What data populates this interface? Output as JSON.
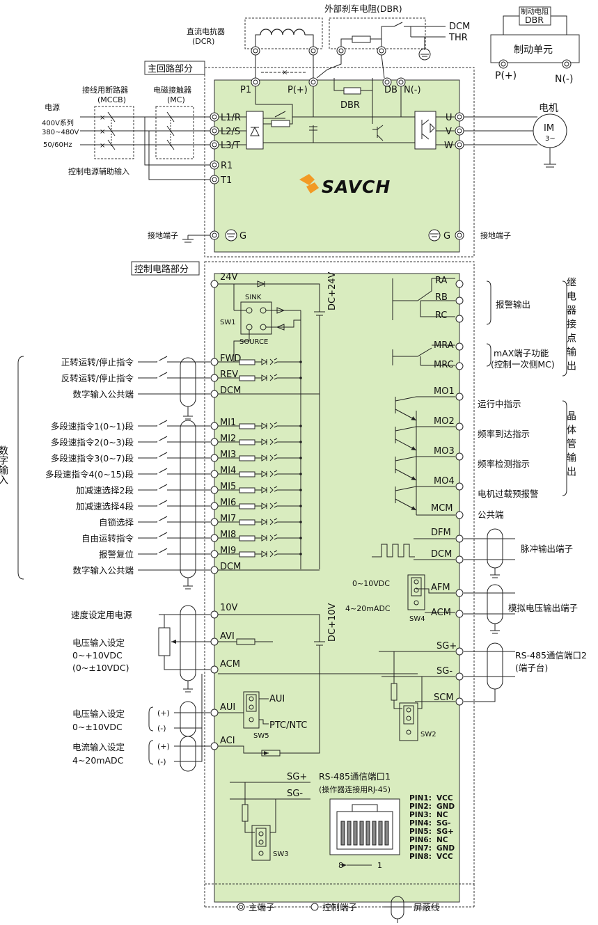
{
  "colors": {
    "board_fill": "#d9ecbf",
    "line": "#222222",
    "logo_orange": "#f29a25",
    "logo_text": "#222222"
  },
  "logo": {
    "text": "SAVCH"
  },
  "sections": {
    "main_circuit": "主回路部分",
    "control_circuit": "控制电路部分"
  },
  "top": {
    "dbr_external": "外部刹车电阻(DBR)",
    "dcr_label_1": "直流电抗器",
    "dcr_label_2": "(DCR)",
    "dcm": "DCM",
    "thr": "THR",
    "dbr_box_1": "制动电阻",
    "dbr_box_2": "DBR",
    "brake_unit": "制动单元",
    "brake_p": "P(+)",
    "brake_n": "N(-)"
  },
  "main_terminals": {
    "p1": "P1",
    "p_plus": "P(+)",
    "db": "DB",
    "n_minus": "N(-)",
    "dbr_internal": "DBR",
    "l1": "L1/R",
    "l2": "L2/S",
    "l3": "L3/T",
    "r1": "R1",
    "t1": "T1",
    "u": "U",
    "v": "V",
    "w": "W",
    "g": "G"
  },
  "power": {
    "breaker_1": "接线用断路器",
    "breaker_2": "(MCCB)",
    "contactor_1": "电磁接触器",
    "contactor_2": "(MC)",
    "source": "电源",
    "series": "400V系列",
    "voltage": "380~480V",
    "freq": "50/60Hz",
    "aux_input": "控制电源辅助输入",
    "ground_left": "接地端子",
    "ground_right": "接地端子"
  },
  "motor": {
    "title": "电机",
    "im": "IM",
    "phase": "3~"
  },
  "control": {
    "v24": "24V",
    "dc24": "DC+24V",
    "sink": "SINK",
    "sw1": "SW1",
    "source": "SOURCE",
    "fwd": "FWD",
    "rev": "REV",
    "dcm": "DCM",
    "mi": [
      "MI1",
      "MI2",
      "MI3",
      "MI4",
      "MI5",
      "MI6",
      "MI7",
      "MI8",
      "MI9"
    ],
    "digital_input": "数字输入",
    "fwd_desc": "正转运转/停止指令",
    "rev_desc": "反转运转/停止指令",
    "dcm_desc": "数字输入公共端",
    "mi_desc": [
      "多段速指令1(0~1)段",
      "多段速指令2(0~3)段",
      "多段速指令3(0~7)段",
      "多段速指令4(0~15)段",
      "加减速选择2段",
      "加减速选择4段",
      "自锁选择",
      "自由运转指令",
      "报警复位"
    ],
    "dcm2_desc": "数字输入公共端",
    "v10": "10V",
    "dc10": "DC+10V",
    "avi": "AVI",
    "acm": "ACM",
    "aui": "AUI",
    "aci": "ACI",
    "sw5_aui": "AUI",
    "sw5_ptc": "PTC/NTC",
    "sw5": "SW5",
    "speed_supply": "速度设定用电源",
    "vin1_title": "电压输入设定",
    "vin1_r1": "0~+10VDC",
    "vin1_r2": "(0~±10VDC)",
    "vin2_title": "电压输入设定",
    "vin2_range": "0~±10VDC",
    "iin_title": "电流输入设定",
    "iin_range": "4~20mADC",
    "plus": "(+)",
    "minus": "(-)"
  },
  "relay": {
    "ra": "RA",
    "rb": "RB",
    "rc": "RC",
    "mra": "MRA",
    "mrc": "MRC",
    "alarm": "报警输出",
    "max_1": "mAX端子功能",
    "max_2": "(控制一次侧MC)",
    "group": "继电器接点输出"
  },
  "transistor": {
    "mo": [
      "MO1",
      "MO2",
      "MO3",
      "MO4"
    ],
    "mcm": "MCM",
    "desc": [
      "运行中指示",
      "频率到达指示",
      "频率检测指示",
      "电机过载预报警"
    ],
    "mcm_desc": "公共端",
    "group": "晶体管输出"
  },
  "pulse": {
    "dfm": "DFM",
    "dcm": "DCM",
    "label": "脉冲输出端子"
  },
  "analog_out": {
    "afm": "AFM",
    "acm": "ACM",
    "v": "0~10VDC",
    "i": "4~20mADC",
    "sw4": "SW4",
    "label": "模拟电压输出端子"
  },
  "rs485_2": {
    "sgp": "SG+",
    "sgm": "SG-",
    "scm": "SCM",
    "sw2": "SW2",
    "label_1": "RS-485通信端口2",
    "label_2": "(端子台)"
  },
  "rs485_1": {
    "sgp": "SG+",
    "sgm": "SG-",
    "sw3": "SW3",
    "label_1": "RS-485通信端口1",
    "label_2": "(操作器连接用RJ-45)",
    "pin_label": [
      "PIN1:",
      "PIN2:",
      "PIN3:",
      "PIN4:",
      "PIN5:",
      "PIN6:",
      "PIN7:",
      "PIN8:"
    ],
    "pin_value": [
      "VCC",
      "GND",
      "NC",
      "SG-",
      "SG+",
      "NC",
      "GND",
      "VCC"
    ],
    "pin_left": "8",
    "pin_right": "1"
  },
  "legend": {
    "main": "主端子",
    "control": "控制端子",
    "shield": "屏蔽线"
  }
}
